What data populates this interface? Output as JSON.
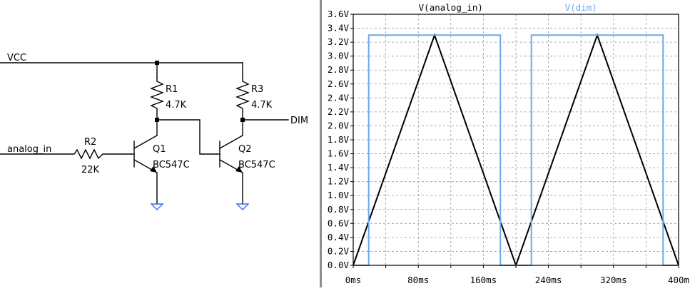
{
  "schematic": {
    "net_vcc": "VCC",
    "net_analog_in": "analog_in",
    "net_dim": "DIM",
    "components": {
      "r1": {
        "ref": "R1",
        "value": "4.7K"
      },
      "r2": {
        "ref": "R2",
        "value": "22K"
      },
      "r3": {
        "ref": "R3",
        "value": "4.7K"
      },
      "q1": {
        "ref": "Q1",
        "value": "BC547C"
      },
      "q2": {
        "ref": "Q2",
        "value": "BC547C"
      }
    },
    "ground_color": "#3a6bff"
  },
  "chart_data": {
    "type": "line",
    "legend": [
      "V(analog_in)",
      "V(dim)"
    ],
    "x_tick_labels": [
      "0ms",
      "80ms",
      "160ms",
      "240ms",
      "320ms",
      "400m"
    ],
    "y_tick_labels": [
      "0.0V",
      "0.2V",
      "0.4V",
      "0.6V",
      "0.8V",
      "1.0V",
      "1.2V",
      "1.4V",
      "1.6V",
      "1.8V",
      "2.0V",
      "2.2V",
      "2.4V",
      "2.6V",
      "2.8V",
      "3.0V",
      "3.2V",
      "3.4V",
      "3.6V"
    ],
    "xlim": [
      0,
      400
    ],
    "ylim": [
      0,
      3.6
    ],
    "x_unit": "ms",
    "y_unit": "V",
    "grid": true,
    "series": [
      {
        "name": "V(analog_in)",
        "color": "#000000",
        "x": [
          0,
          100,
          200,
          300,
          400
        ],
        "y": [
          0.0,
          3.3,
          0.0,
          3.3,
          0.0
        ]
      },
      {
        "name": "V(dim)",
        "color": "#6aa9ee",
        "x": [
          0,
          19,
          19,
          181,
          181,
          219,
          219,
          381,
          381,
          400
        ],
        "y": [
          0.0,
          0.0,
          3.3,
          3.3,
          0.0,
          0.0,
          3.3,
          3.3,
          0.0,
          0.0
        ]
      }
    ]
  }
}
